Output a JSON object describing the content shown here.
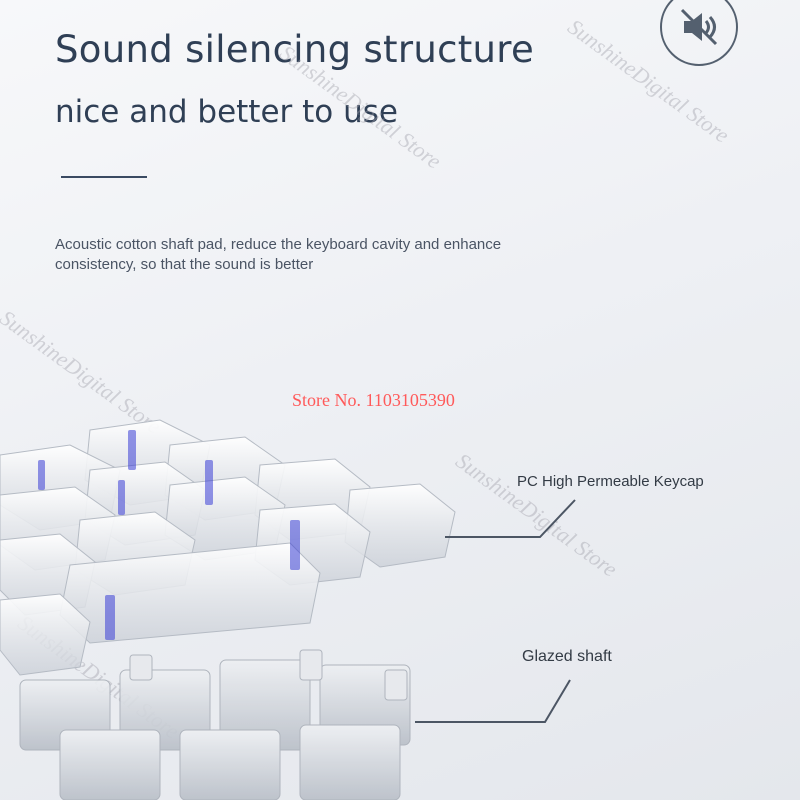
{
  "header": {
    "title": "Sound silencing structure",
    "subtitle": "nice and better to use"
  },
  "description": "Acoustic cotton shaft pad, reduce the keyboard cavity and enhance consistency, so that the sound is better",
  "icons": {
    "mute": "speaker-muted-icon"
  },
  "store_number": "Store No. 1103105390",
  "watermarks": [
    "SunshineDigital Store",
    "SunshineDigital Store",
    "SunshineDigital Store",
    "SunshineDigital Store",
    "SunshineDigital Store"
  ],
  "callouts": {
    "keycap": "PC High Permeable Keycap",
    "shaft": "Glazed shaft"
  },
  "colors": {
    "heading": "#2f3f55",
    "store_number": "#ff5a5a",
    "accent_blue": "#3b3fd6"
  }
}
